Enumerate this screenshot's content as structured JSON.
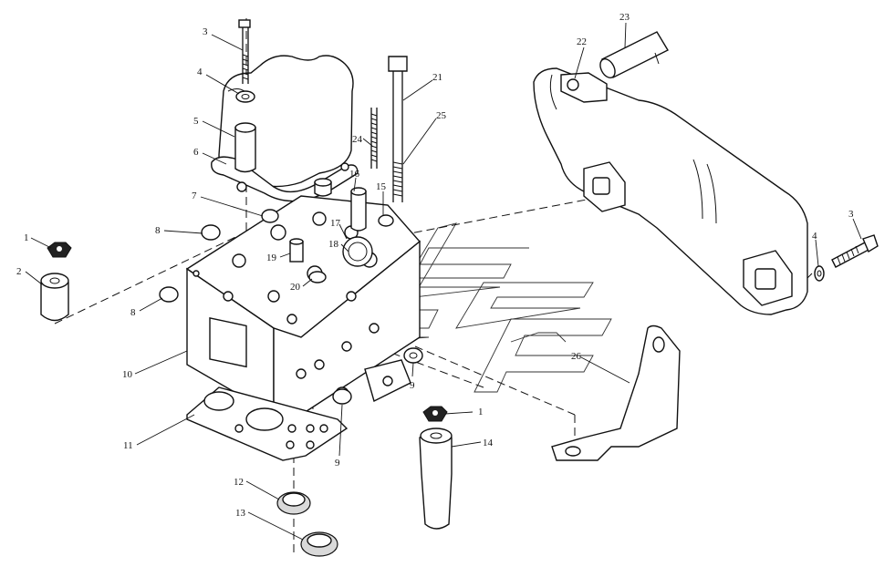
{
  "callouts": [
    {
      "id": "c-3a",
      "text": "3"
    },
    {
      "id": "c-4a",
      "text": "4"
    },
    {
      "id": "c-5",
      "text": "5"
    },
    {
      "id": "c-6",
      "text": "6"
    },
    {
      "id": "c-7",
      "text": "7"
    },
    {
      "id": "c-8a",
      "text": "8"
    },
    {
      "id": "c-8b",
      "text": "8"
    },
    {
      "id": "c-1a",
      "text": "1"
    },
    {
      "id": "c-2",
      "text": "2"
    },
    {
      "id": "c-10",
      "text": "10"
    },
    {
      "id": "c-11",
      "text": "11"
    },
    {
      "id": "c-12",
      "text": "12"
    },
    {
      "id": "c-13",
      "text": "13"
    },
    {
      "id": "c-9a",
      "text": "9"
    },
    {
      "id": "c-9b",
      "text": "9"
    },
    {
      "id": "c-16",
      "text": "16"
    },
    {
      "id": "c-15",
      "text": "15"
    },
    {
      "id": "c-17",
      "text": "17"
    },
    {
      "id": "c-18",
      "text": "18"
    },
    {
      "id": "c-19",
      "text": "19"
    },
    {
      "id": "c-20",
      "text": "20"
    },
    {
      "id": "c-24",
      "text": "24"
    },
    {
      "id": "c-21",
      "text": "21"
    },
    {
      "id": "c-25",
      "text": "25"
    },
    {
      "id": "c-22",
      "text": "22"
    },
    {
      "id": "c-23",
      "text": "23"
    },
    {
      "id": "c-3b",
      "text": "3"
    },
    {
      "id": "c-4b",
      "text": "4"
    },
    {
      "id": "c-26",
      "text": "26"
    },
    {
      "id": "c-1b",
      "text": "1"
    },
    {
      "id": "c-14",
      "text": "14"
    }
  ]
}
